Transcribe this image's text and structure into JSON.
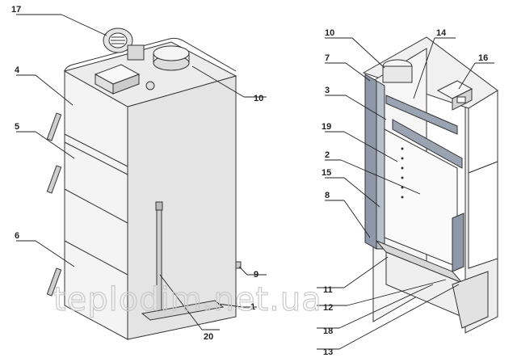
{
  "watermark": "teplodim.net.ua",
  "left_labels": [
    "17",
    "4",
    "5",
    "6",
    "10",
    "9",
    "1",
    "20"
  ],
  "right_labels": [
    "10",
    "14",
    "16",
    "7",
    "3",
    "19",
    "2",
    "15",
    "8",
    "11",
    "12",
    "18",
    "13"
  ],
  "colors": {
    "insulation": "#8e98a8",
    "panel": "#f2f2f2",
    "panel_dark": "#d9d9d9",
    "line": "#222222"
  }
}
